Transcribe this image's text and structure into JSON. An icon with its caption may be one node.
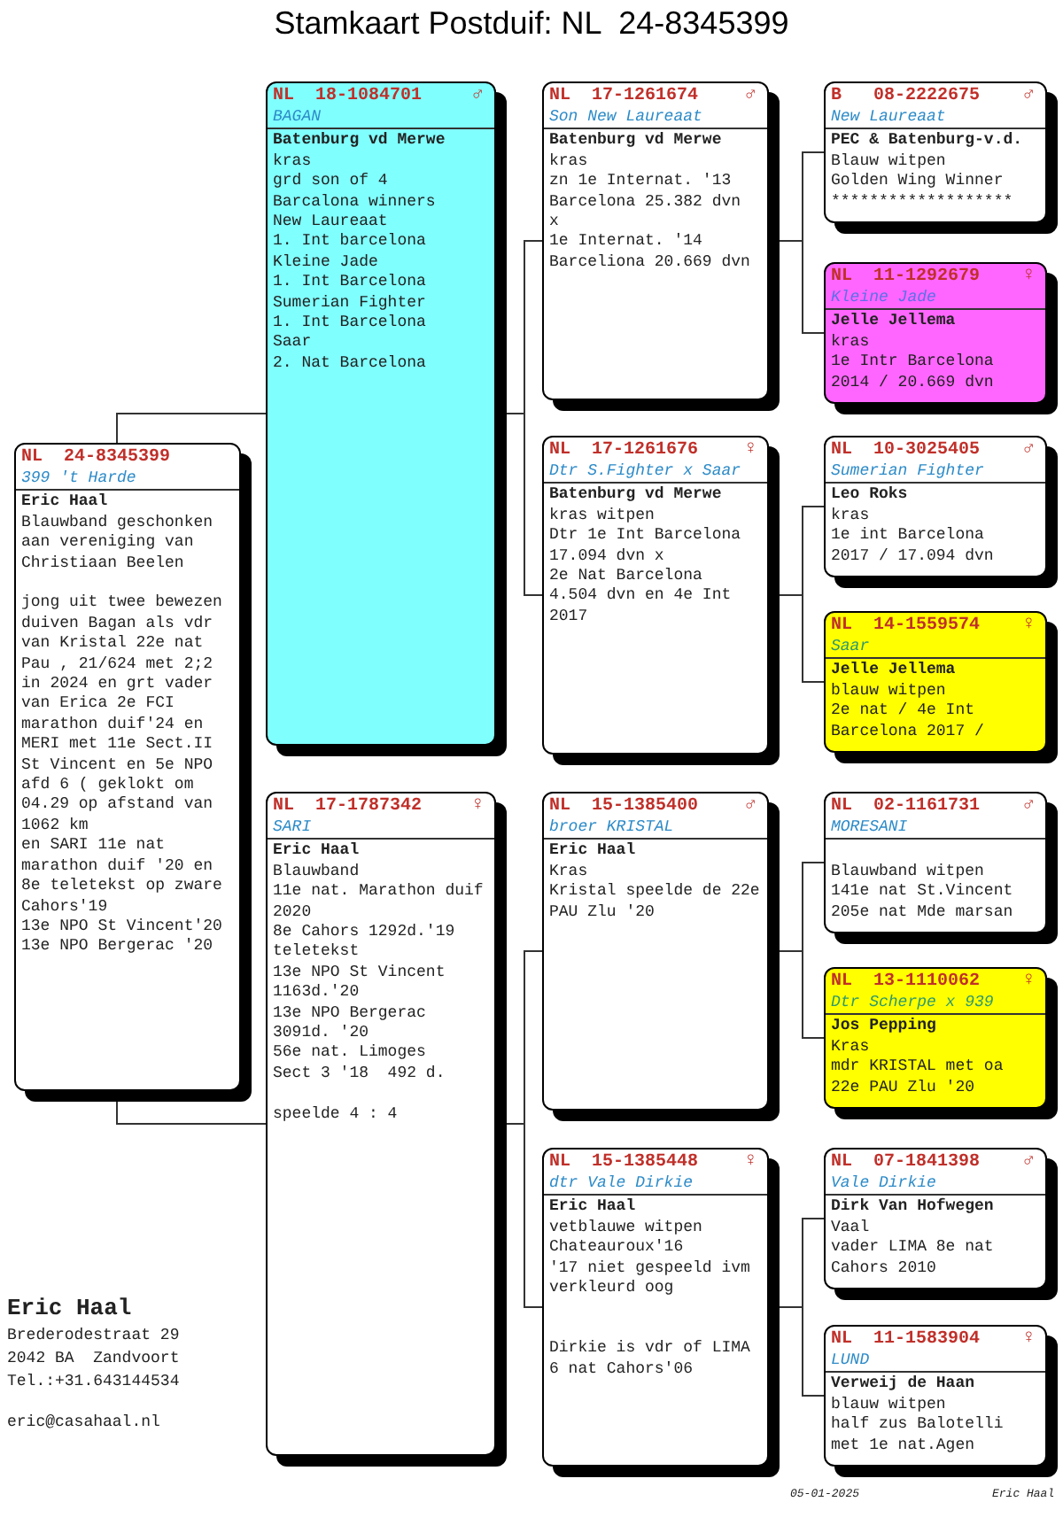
{
  "diagram": {
    "title": "Stamkaart Postduif: NL  24-8345399",
    "nodes": [
      {
        "text": [
          "NL  24-8345399",
          "399 't Harde",
          "Eric Haal",
          "Blauwband geschonken aan vereniging van Christiaan Beelen",
          "jong uit twee bewezen duiven Bagan als vdr van Kristal 22e nat Pau , 21/624 met 2;2 in 2024 en grt vader van Erica 2e FCI marathon duif'24 en MERI met 11e Sect.II St Vincent en 5e NPO afd 6 ( geklokt om 04.29 op afstand van 1062 km",
          "en SARI 11e nat marathon duif '20 en 8e teletekst op zware Cahors'19",
          "13e NPO St Vincent'20",
          "13e NPO Bergerac '20"
        ]
      },
      {
        "text": [
          "NL  18-1084701",
          "♂",
          "BAGAN",
          "Batenburg vd Merwe",
          "kras",
          "grd son of 4",
          "Barcalona winners",
          "New Laureaat",
          "1. Int barcelona",
          "Kleine Jade",
          "1. Int Barcelona",
          "Sumerian Fighter",
          "1. Int Barcelona",
          "Saar",
          "2. Nat Barcelona"
        ]
      },
      {
        "text": [
          "NL  17-1787342",
          "♀",
          "SARI",
          "Eric Haal",
          "Blauwband",
          "11e nat. Marathon duif 2020",
          "8e Cahors 1292d.'19 teletekst",
          "13e NPO St Vincent 1163d.'20",
          "13e NPO Bergerac 3091d. '20",
          "56e nat. Limoges",
          "Sect 3 '18  492 d.",
          "speelde 4 : 4"
        ]
      },
      {
        "text": [
          "NL  17-1261674",
          "♂",
          "Son New Laureaat",
          "Batenburg vd Merwe",
          "kras",
          "zn 1e Internat. '13",
          "Barcelona 25.382 dvn",
          "x",
          "1e Internat. '14",
          "Barceliona 20.669 dvn"
        ]
      },
      {
        "text": [
          "NL  17-1261676",
          "♀",
          "Dtr S.Fighter x Saar",
          "Batenburg vd Merwe",
          "kras witpen",
          "Dtr 1e Int Barcelona",
          "17.094 dvn x",
          "2e Nat Barcelona",
          "4.504 dvn en 4e Int 2017"
        ]
      },
      {
        "text": [
          "NL  15-1385400",
          "♂",
          "broer KRISTAL",
          "Eric Haal",
          "Kras",
          "Kristal speelde de 22e PAU Zlu '20"
        ]
      },
      {
        "text": [
          "NL  15-1385448",
          "♀",
          "dtr Vale Dirkie",
          "Eric Haal",
          "vetblauwe witpen",
          "Chateauroux'16",
          "'17 niet gespeeld ivm verkleurd oog",
          "Dirkie is vdr of LIMA 6 nat Cahors'06"
        ]
      },
      {
        "text": [
          "B   08-2222675",
          "♂",
          "New Laureaat",
          "PEC & Batenburg-v.d.",
          "Blauw witpen",
          "Golden Wing Winner",
          "*******************"
        ]
      },
      {
        "text": [
          "NL  11-1292679",
          "♀",
          "Kleine Jade",
          "Jelle Jellema",
          "kras",
          "1e Intr Barcelona",
          "2014 / 20.669 dvn"
        ]
      },
      {
        "text": [
          "NL  10-3025405",
          "♂",
          "Sumerian Fighter",
          "Leo Roks",
          "kras",
          "1e int Barcelona",
          "2017 / 17.094 dvn"
        ]
      },
      {
        "text": [
          "NL  14-1559574",
          "♀",
          "Saar",
          "Jelle Jellema",
          "blauw witpen",
          "2e nat / 4e Int",
          "Barcelona 2017 /"
        ]
      },
      {
        "text": [
          "NL  02-1161731",
          "♂",
          "MORESANI",
          "Blauwband witpen",
          "141e nat St.Vincent",
          "205e nat Mde marsan"
        ]
      },
      {
        "text": [
          "NL  13-1110062",
          "♀",
          "Dtr Scherpe x 939",
          "Jos Pepping",
          "Kras",
          "mdr KRISTAL met oa",
          "22e PAU Zlu '20"
        ]
      },
      {
        "text": [
          "NL  07-1841398",
          "♂",
          "Vale Dirkie",
          "Dirk Van Hofwegen",
          "Vaal",
          "vader LIMA 8e nat",
          "Cahors 2010"
        ]
      },
      {
        "text": [
          "NL  11-1583904",
          "♀",
          "LUND",
          "Verweij de Haan",
          "blauw witpen",
          "half zus Balotelli",
          "met 1e nat.Agen"
        ]
      }
    ],
    "edges": [
      {
        "from": 0,
        "to": 1,
        "arrow": "none"
      },
      {
        "from": 0,
        "to": 2,
        "arrow": "none"
      },
      {
        "from": 1,
        "to": 3,
        "arrow": "none"
      },
      {
        "from": 1,
        "to": 4,
        "arrow": "none"
      },
      {
        "from": 2,
        "to": 5,
        "arrow": "none"
      },
      {
        "from": 2,
        "to": 6,
        "arrow": "none"
      },
      {
        "from": 3,
        "to": 7,
        "arrow": "none"
      },
      {
        "from": 3,
        "to": 8,
        "arrow": "none"
      },
      {
        "from": 4,
        "to": 9,
        "arrow": "none"
      },
      {
        "from": 4,
        "to": 10,
        "arrow": "none"
      },
      {
        "from": 5,
        "to": 11,
        "arrow": "none"
      },
      {
        "from": 5,
        "to": 12,
        "arrow": "none"
      },
      {
        "from": 6,
        "to": 13,
        "arrow": "none"
      },
      {
        "from": 6,
        "to": 14,
        "arrow": "none"
      }
    ],
    "labels": [
      "Eric Haal",
      "Brederodestraat 29",
      "2042 BA  Zandvoort",
      "Tel.:+31.643144534",
      "eric@casahaal.nl",
      "05-01-2025",
      "Eric Haal"
    ]
  }
}
